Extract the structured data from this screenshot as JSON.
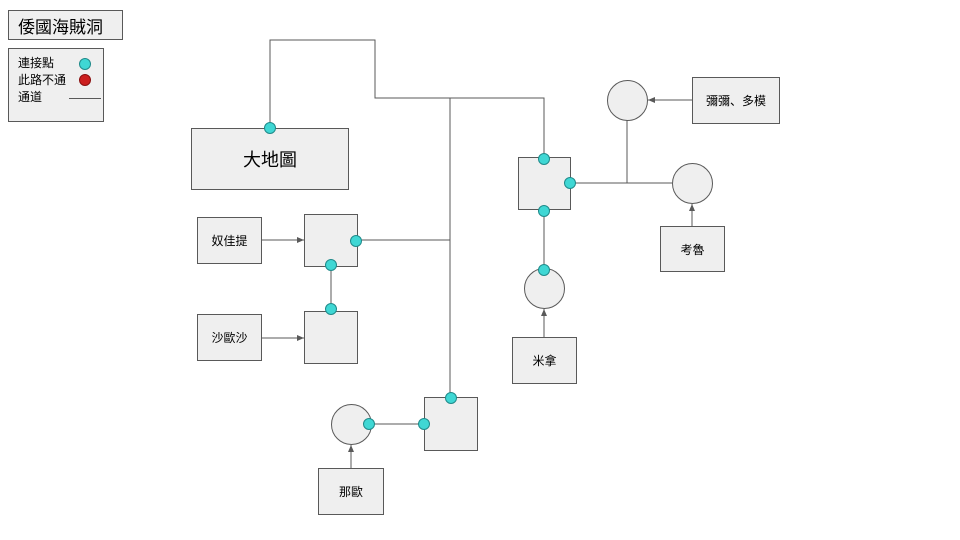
{
  "title": "倭國海賊洞",
  "legend": {
    "connect_point": "連接點",
    "blocked": "此路不通",
    "passage": "通道",
    "colors": {
      "connect_point": "#3fd7d4",
      "blocked": "#cc1f1f"
    }
  },
  "rooms": {
    "big_map": "大地圖",
    "nujiati": "奴佳提",
    "shaousha": "沙歐沙",
    "mina": "米拿",
    "kaolu": "考魯",
    "mimi_duomo": "彌彌、多模",
    "naou": "那歐"
  }
}
